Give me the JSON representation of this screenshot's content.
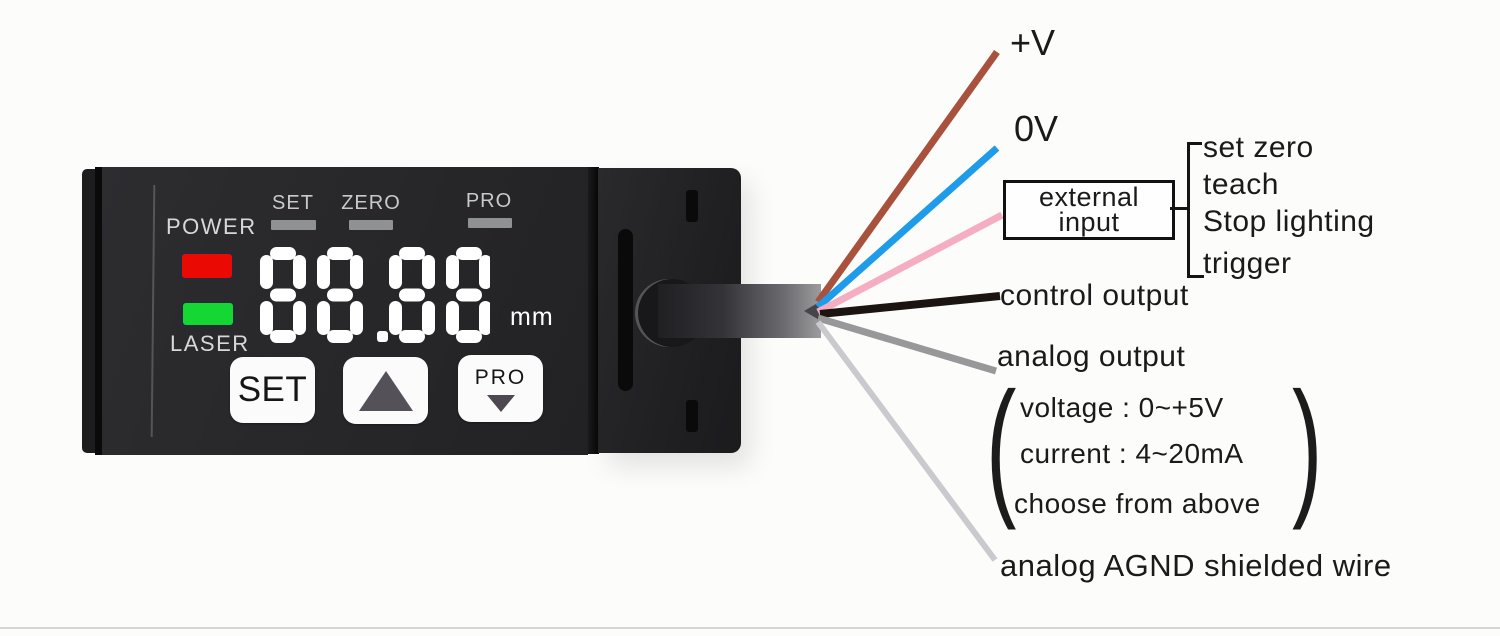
{
  "device": {
    "power_label": "POWER",
    "laser_label": "LASER",
    "status_labels": [
      "SET",
      "ZERO",
      "PRO"
    ],
    "display_value": "88.88",
    "display_unit": "mm",
    "buttons": {
      "set": "SET",
      "pro": "PRO"
    },
    "colors": {
      "power_led": "#ea0a03",
      "laser_led": "#15d733",
      "digit": "#ffffff"
    }
  },
  "wires": [
    {
      "id": "v-plus",
      "label": "+V",
      "color": "#a8513c"
    },
    {
      "id": "zero-v",
      "label": "0V",
      "color": "#1f9ce9"
    },
    {
      "id": "external-input",
      "label": "",
      "color": "#f5adc1"
    },
    {
      "id": "control-output",
      "label": "control output",
      "color": "#1c1410"
    },
    {
      "id": "analog-output",
      "label": "analog output",
      "color": "#98989a"
    },
    {
      "id": "analog-agnd",
      "label": "analog AGND shielded wire",
      "color": "#c9c9ce"
    }
  ],
  "external_input_box": {
    "line1": "external",
    "line2": "input",
    "options": [
      "set zero",
      "teach",
      "Stop lighting",
      "trigger"
    ]
  },
  "analog_note": {
    "paren_open": "(",
    "paren_close": ")",
    "lines": [
      "voltage : 0~+5V",
      "current : 4~20mA",
      "choose from above"
    ]
  }
}
